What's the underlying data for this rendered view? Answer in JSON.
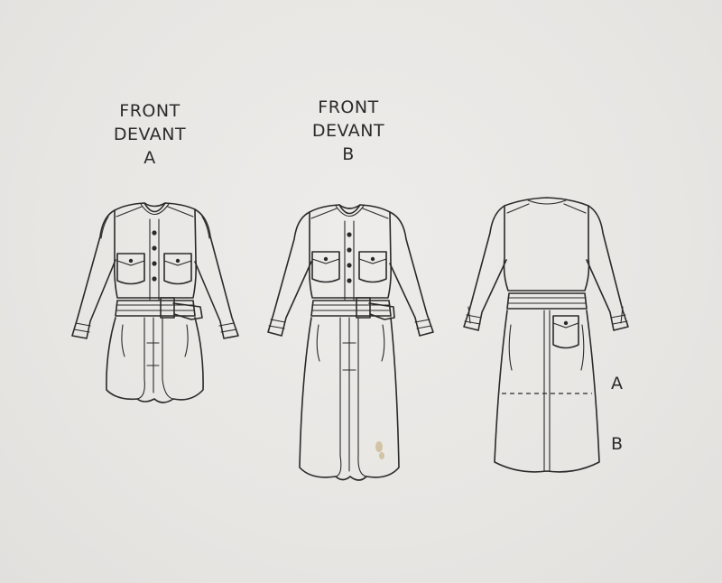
{
  "views": [
    {
      "id": "front-a",
      "label_en": "FRONT",
      "label_fr": "DEVANT",
      "variant": "A"
    },
    {
      "id": "front-b",
      "label_en": "FRONT",
      "label_fr": "DEVANT",
      "variant": "B"
    },
    {
      "id": "back",
      "length_marks": [
        "A",
        "B"
      ]
    }
  ]
}
